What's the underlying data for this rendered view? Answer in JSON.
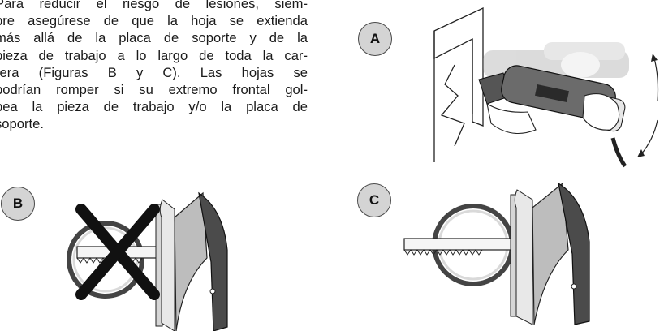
{
  "instruction_text": {
    "lines": [
      "Para reducir el riesgo de lesiones, siem-",
      "pre asegúrese de que la hoja se extienda",
      "más allá de la placa de soporte y de la",
      "pieza de trabajo a lo largo de toda la car-",
      "rera (Figuras B y C). Las hojas se",
      "podrían romper si su extremo frontal gol-",
      "pea la pieza de trabajo y/o la placa de",
      "soporte."
    ]
  },
  "figures": {
    "a": {
      "label": "A"
    },
    "b": {
      "label": "B"
    },
    "c": {
      "label": "C"
    }
  }
}
